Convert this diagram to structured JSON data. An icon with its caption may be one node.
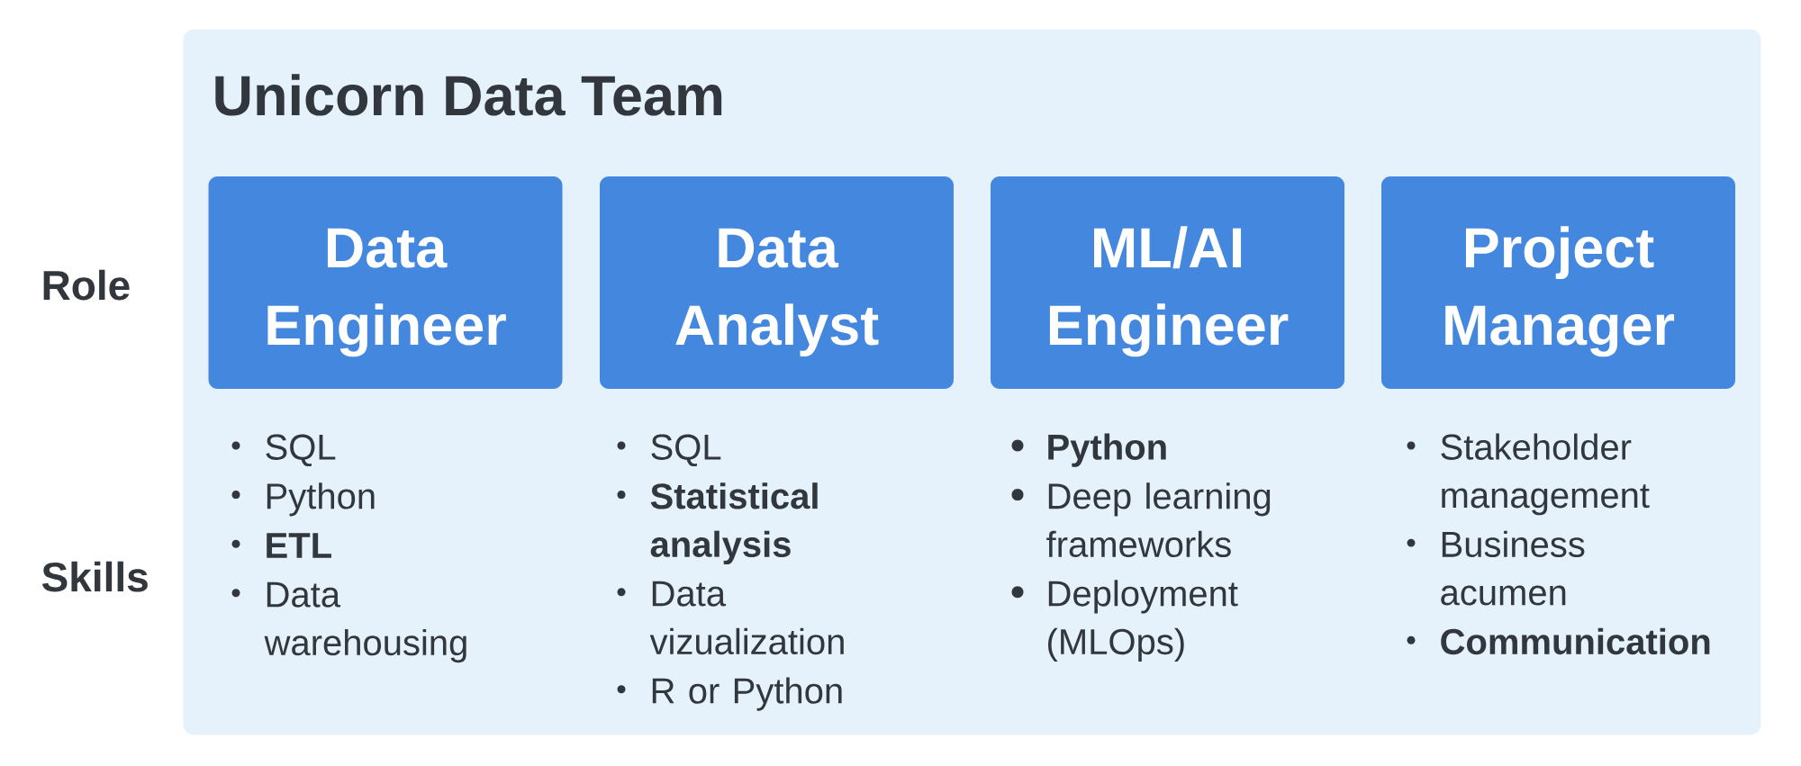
{
  "diagram": {
    "nodes": [
      {
        "text": [
          "Unicorn Data Team"
        ]
      },
      {
        "text": [
          "Data Engineer"
        ],
        "in": 0,
        "beside": [
          "SQL",
          "Python",
          "ETL",
          "Data warehousing"
        ]
      },
      {
        "text": [
          "Data Analyst"
        ],
        "in": 0,
        "beside": [
          "SQL",
          "Statistical analysis",
          "Data vizualization",
          "R or Python"
        ]
      },
      {
        "text": [
          "ML/AI Engineer"
        ],
        "in": 0,
        "beside": [
          "Python",
          "Deep learning frameworks",
          "Deployment (MLOps)"
        ]
      },
      {
        "text": [
          "Project Manager"
        ],
        "in": 0,
        "beside": [
          "Stakeholder management",
          "Business acumen",
          "Communication"
        ]
      }
    ],
    "labels": [
      "Role",
      "Skills"
    ]
  }
}
